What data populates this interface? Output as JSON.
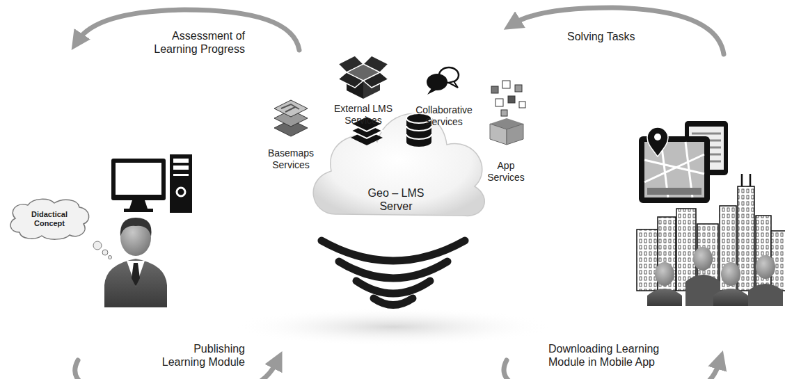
{
  "diagram": {
    "nodes": [
      {
        "text": [
          "Geo – LMS Server"
        ]
      },
      {
        "text": [
          "Didactical Concept"
        ]
      }
    ],
    "labels": [
      "Assessment of Learning Progress",
      "Solving Tasks",
      "External LMS Services",
      "Collaborative Services",
      "Basemaps Services",
      "App Services",
      "Publishing Learning Module",
      "Downloading Learning Module in Mobile App"
    ]
  }
}
